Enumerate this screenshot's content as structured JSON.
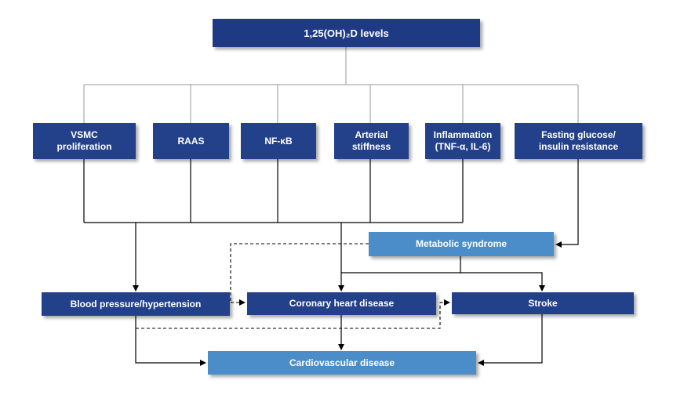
{
  "colors": {
    "dark_box": "#23418a",
    "light_box": "#4b8dc9",
    "connector_solid": "#000000",
    "connector_gray": "#9a9a9a"
  },
  "nodes": {
    "top": "1,25(OH)₂D levels",
    "vsmc": [
      "VSMC",
      "proliferation"
    ],
    "raas": "RAAS",
    "nfkb": "NF-κB",
    "arterial": [
      "Arterial",
      "stiffness"
    ],
    "inflammation": [
      "Inflammation",
      "(TNF-α, IL-6)"
    ],
    "glucose": [
      "Fasting glucose/",
      "insulin resistance"
    ],
    "metabolic": "Metabolic syndrome",
    "bp": "Blood pressure/hypertension",
    "chd": "Coronary heart disease",
    "stroke": "Stroke",
    "cvd": "Cardiovascular disease"
  }
}
